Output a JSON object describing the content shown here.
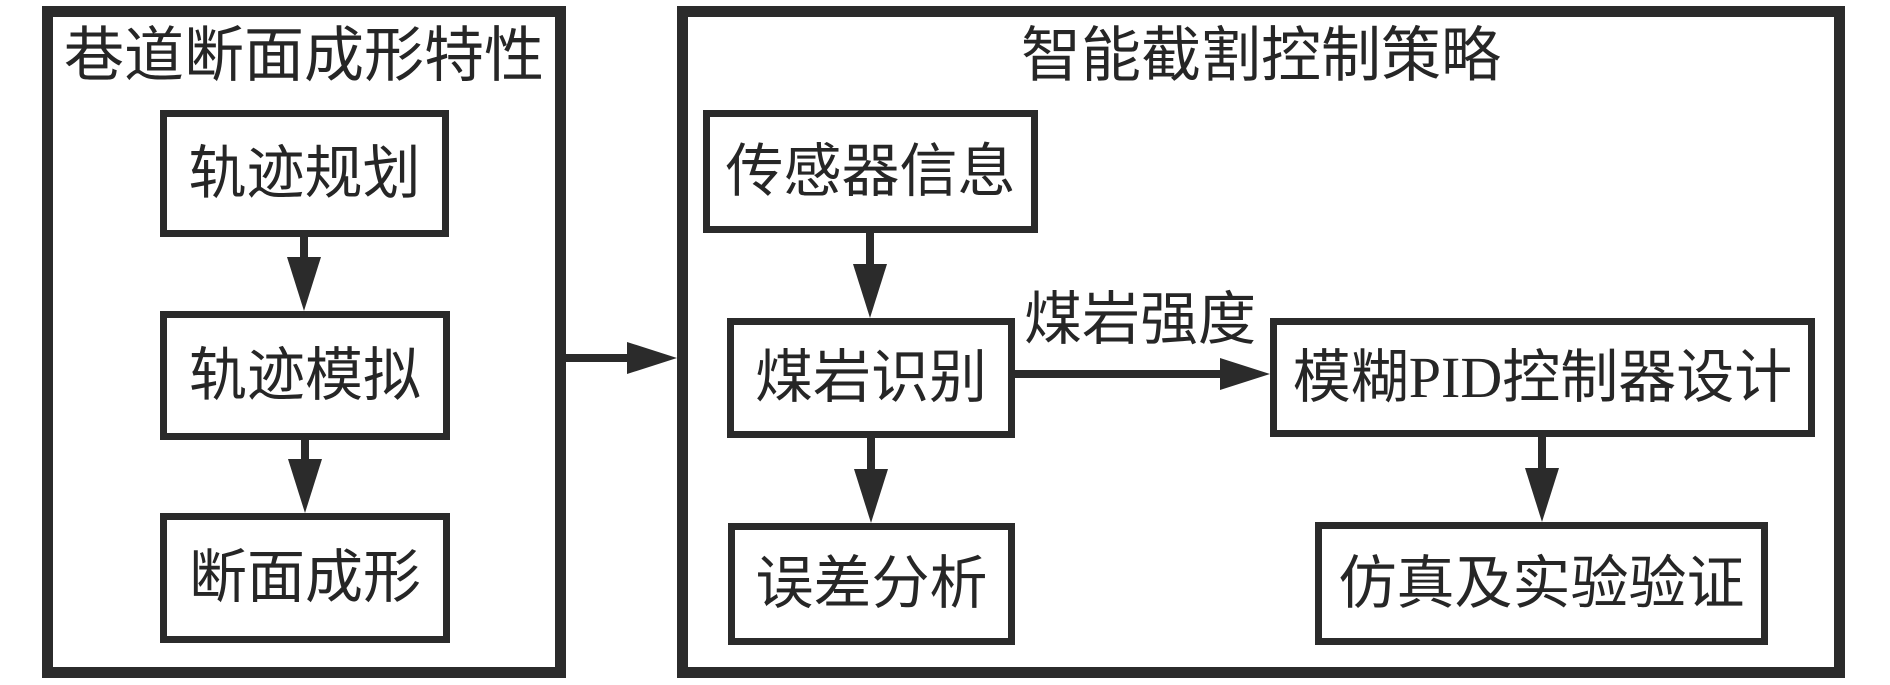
{
  "figure": {
    "background": "#ffffff",
    "stroke_color": "#2b2b2b",
    "text_color": "#262626",
    "panels": [
      {
        "title": "巷道断面成形特性",
        "nodes": [
          {
            "label": "轨迹规划"
          },
          {
            "label": "轨迹模拟"
          },
          {
            "label": "断面成形"
          }
        ]
      },
      {
        "title": "智能截割控制策略",
        "nodes": [
          {
            "label": "传感器信息"
          },
          {
            "label": "煤岩识别"
          },
          {
            "label": "误差分析"
          },
          {
            "label": "模糊PID控制器设计"
          },
          {
            "label": "仿真及实验验证"
          }
        ]
      }
    ],
    "edges": [
      {
        "from": "轨迹规划",
        "to": "轨迹模拟",
        "label": ""
      },
      {
        "from": "轨迹模拟",
        "to": "断面成形",
        "label": ""
      },
      {
        "from": "巷道断面成形特性",
        "to": "智能截割控制策略",
        "label": ""
      },
      {
        "from": "传感器信息",
        "to": "煤岩识别",
        "label": ""
      },
      {
        "from": "煤岩识别",
        "to": "模糊PID控制器设计",
        "label": "煤岩强度"
      },
      {
        "from": "煤岩识别",
        "to": "误差分析",
        "label": ""
      },
      {
        "from": "模糊PID控制器设计",
        "to": "仿真及实验验证",
        "label": ""
      }
    ]
  }
}
